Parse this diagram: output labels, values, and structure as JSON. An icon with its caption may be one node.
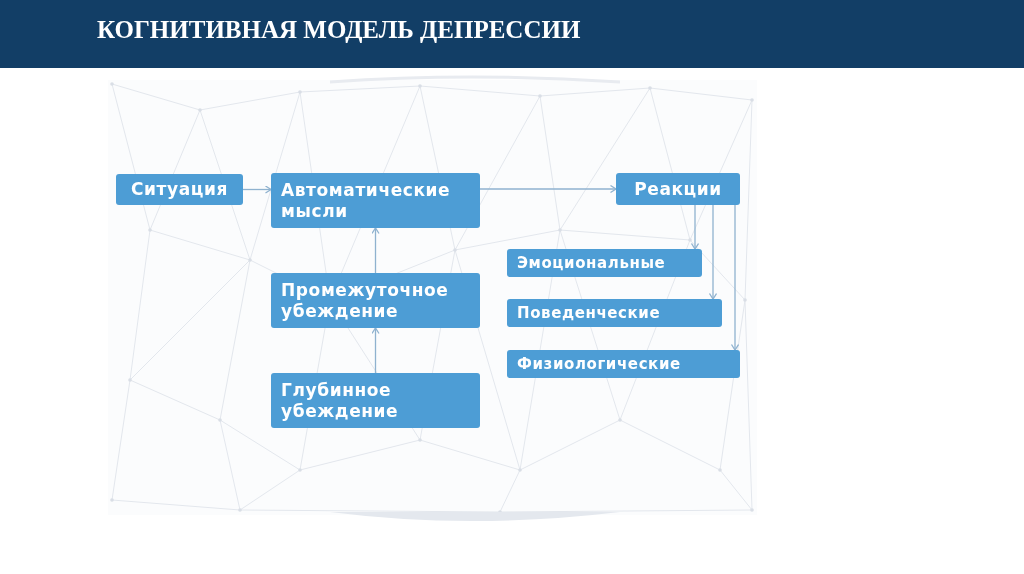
{
  "diagram": {
    "title": "КОГНИТИВНАЯ МОДЕЛЬ ДЕПРЕССИИ",
    "nodes": [
      {
        "text": [
          "Ситуация"
        ]
      },
      {
        "text": [
          "Автоматические мысли"
        ]
      },
      {
        "text": [
          "Реакции"
        ]
      },
      {
        "text": [
          "Промежуточное убеждение"
        ]
      },
      {
        "text": [
          "Глубинное убеждение"
        ]
      },
      {
        "text": [
          "Эмоциональные"
        ]
      },
      {
        "text": [
          "Поведенческие"
        ]
      },
      {
        "text": [
          "Физиологические"
        ]
      }
    ],
    "edges": [
      {
        "from": 0,
        "to": 1,
        "arrow": "to"
      },
      {
        "from": 1,
        "to": 2,
        "arrow": "to"
      },
      {
        "from": 3,
        "to": 1,
        "arrow": "to"
      },
      {
        "from": 4,
        "to": 3,
        "arrow": "to"
      },
      {
        "from": 2,
        "to": 5,
        "arrow": "to"
      },
      {
        "from": 2,
        "to": 6,
        "arrow": "to"
      },
      {
        "from": 2,
        "to": 7,
        "arrow": "to"
      }
    ]
  }
}
